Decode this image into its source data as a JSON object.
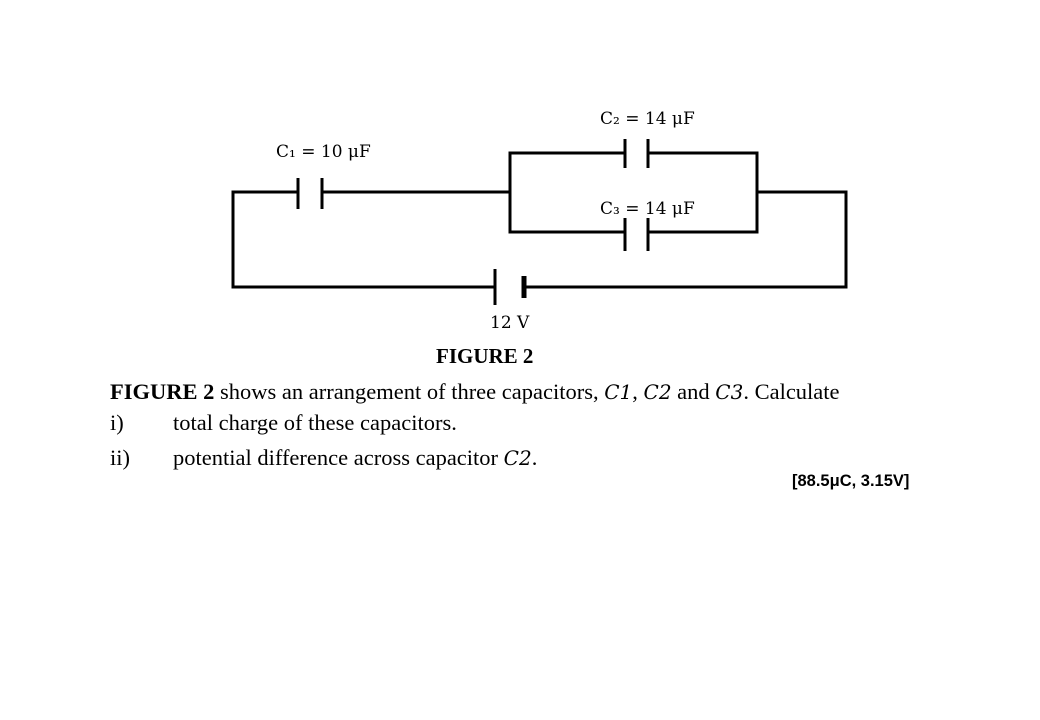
{
  "figure": {
    "c1_label": "C₁ = 10 μF",
    "c2_label": "C₂ = 14 μF",
    "c3_label": "C₃ = 14 μF",
    "battery_label": "12 V",
    "caption": "FIGURE 2"
  },
  "question": {
    "ref": "FIGURE 2",
    "text_a": " shows an arrangement of three capacitors, ",
    "c1": "C1",
    "comma1": ", ",
    "c2": "C2",
    "and": " and ",
    "c3": "C3",
    "text_b": ". Calculate",
    "items": [
      {
        "num": "i)",
        "text": "total charge of these capacitors.",
        "var": ""
      },
      {
        "num": "ii)",
        "text": "potential difference across capacitor ",
        "var": "C2",
        "end": "."
      }
    ]
  },
  "answer": "[88.5μC, 3.15V]"
}
